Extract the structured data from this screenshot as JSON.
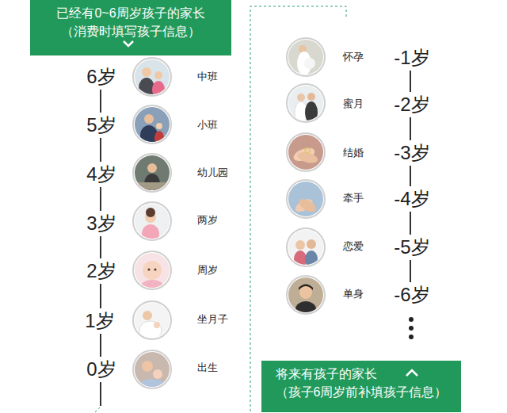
{
  "diagram": {
    "nodes": [
      {
        "text": [
          "已经有0~6周岁孩子的家长",
          "（消费时填写孩子信息）"
        ]
      },
      {
        "text": [
          "将来有孩子的家长",
          "（孩子6周岁前补填孩子信息）"
        ]
      }
    ],
    "labels": [
      "6岁",
      "中班",
      "5岁",
      "小班",
      "4岁",
      "幼儿园",
      "3岁",
      "两岁",
      "2岁",
      "周岁",
      "1岁",
      "坐月子",
      "0岁",
      "出生",
      "怀孕",
      "-1岁",
      "蜜月",
      "-2岁",
      "结婚",
      "-3岁",
      "牵手",
      "-4岁",
      "恋爱",
      "-5岁",
      "单身",
      "-6岁"
    ]
  }
}
